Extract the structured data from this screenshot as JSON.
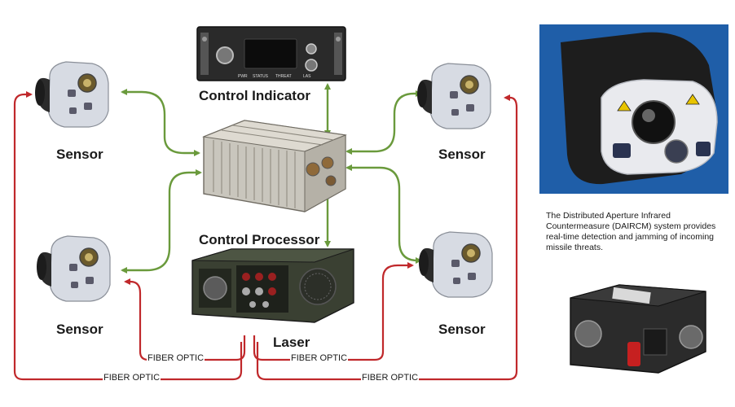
{
  "labels": {
    "control_indicator": "Control Indicator",
    "control_processor": "Control Processor",
    "laser": "Laser",
    "sensor_top_left": "Sensor",
    "sensor_top_right": "Sensor",
    "sensor_bottom_left": "Sensor",
    "sensor_bottom_right": "Sensor"
  },
  "indicator_panel": {
    "btn_1": "PWR",
    "btn_2": "STATUS",
    "btn_3": "THREAT",
    "btn_4": "LAS"
  },
  "fiber_labels": {
    "inner_left": "FIBER OPTIC",
    "inner_right": "FIBER OPTIC",
    "outer_left": "FIBER OPTIC",
    "outer_right": "FIBER OPTIC"
  },
  "caption": "The Distributed Aperture Infrared Countermeasure (DAIRCM) system provides real-time detection and jamming of incoming missile threats.",
  "colors": {
    "data_link": "#6a9a3c",
    "fiber_link": "#c0282b",
    "sensor_body": "#d7dbe3",
    "hardware_dark": "#2a2a2a"
  }
}
